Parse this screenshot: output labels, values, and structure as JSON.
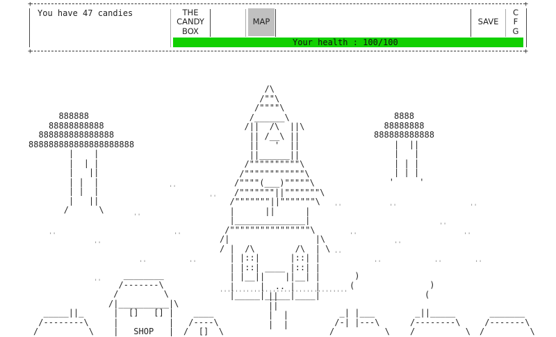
{
  "status": {
    "candies_text": "You have 47 candies",
    "health_text": "Your health : 100/100",
    "health_current": 100,
    "health_max": 100,
    "health_color": "#11d000"
  },
  "menu": {
    "items": [
      {
        "id": "candy-box",
        "label": "THE\nCANDY\nBOX",
        "active": false
      },
      {
        "id": "empty",
        "label": "",
        "active": false
      },
      {
        "id": "map",
        "label": "MAP",
        "active": true
      },
      {
        "id": "save",
        "label": "SAVE",
        "active": false
      },
      {
        "id": "cfg",
        "label": "C\nF\nG",
        "active": false
      }
    ],
    "active_color": "#c0c0c0"
  },
  "map": {
    "tree_left": "      888888\n    88888888888\n  888888888888888\n888888888888888888888\n        |    |\n        |  | |\n        |   ||\n        | |  |\n        | |  |\n        |   ||\n       /      \\",
    "tree_right": "    8888\n  88888888\n888888888888\n    |  ||\n    |   |\n    | | |\n    | | |\n   '     '",
    "castle_top": "      /\\\n     /\"\"\\\n    /\"\"\"\"\\\n   /______\\\n  /||  /\\  ||\\\n   || /__\\ ||\n   ||   '  ||\n   ||______||\n  /\"\"\"\"\"\"\"\"\"\"\\\n /\"\"\"\"\"\"\"\"\"\"\"\"\\\n/\"\"\"\"(___)\"\"\"\"\"\\\n/\"\"\"\"\"\"\"||\"\"\"\"\"\"\"\\",
    "castle_bottom": "  /\"\"\"\"\"\"\"||\"\"\"\"\"\"\"\\\n  |      ||      |\n  |______________|\n /\"\"\"\"\"\"\"\"\"\"\"\"\"\"\"\"\\\n/|                 |\\\n/ |  /\\        /\\  | \\\n  | |::|      |::| |\n  | |::| ____ |::| |\n  | |__||    ||__| |\n  |     |  .. |    |\n  |_____|_____|____|",
    "castle_path": "||\n||\n|  |\n|  |",
    "shop": "   ________\n  /-------\\\n /         \\\n/|__________|\\\n |  []   [] |\n |          |\n |   SHOP   |",
    "house_1": "  _____||_\n /--------\\\n/          \\",
    "house_2": "  ____\n /----\\\n/  []  \\",
    "house_3": "  _| |___\n /-| |---\\\n/          \\",
    "house_4": " _||_____\n/--------\\\n/          \\",
    "house_5": "  _______\n /-------\\\n/         \\",
    "smoke_1": " )\n(",
    "smoke_2": " )\n("
  }
}
